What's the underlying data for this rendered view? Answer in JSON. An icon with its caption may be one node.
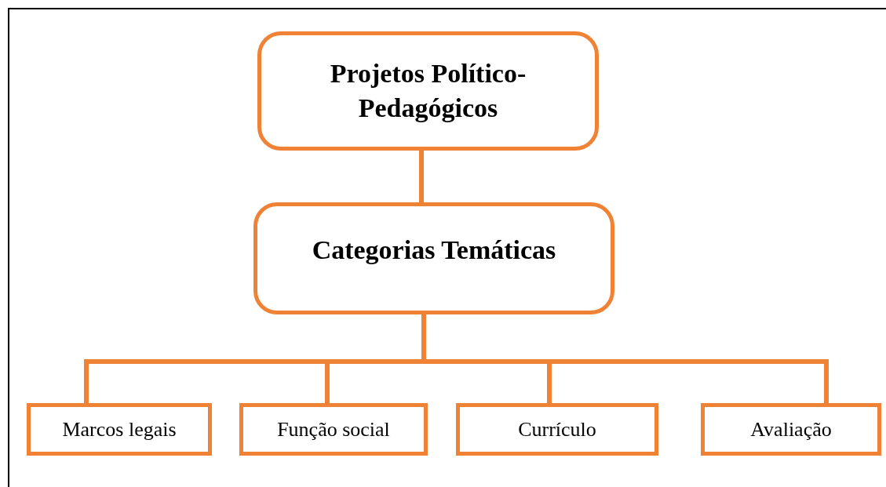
{
  "diagram": {
    "nodes": [
      {
        "text": [
          "Projetos Político-Pedagógicos"
        ]
      },
      {
        "text": [
          "Categorias Temáticas"
        ]
      },
      {
        "text": [
          "Marcos legais"
        ]
      },
      {
        "text": [
          "Função social"
        ]
      },
      {
        "text": [
          "Currículo"
        ]
      },
      {
        "text": [
          "Avaliação"
        ]
      }
    ],
    "edges": [
      {
        "from": 0,
        "to": 1,
        "arrow": "none"
      },
      {
        "from": 1,
        "to": 2,
        "arrow": "none"
      },
      {
        "from": 1,
        "to": 3,
        "arrow": "none"
      },
      {
        "from": 1,
        "to": 4,
        "arrow": "none"
      },
      {
        "from": 1,
        "to": 5,
        "arrow": "none"
      }
    ]
  }
}
